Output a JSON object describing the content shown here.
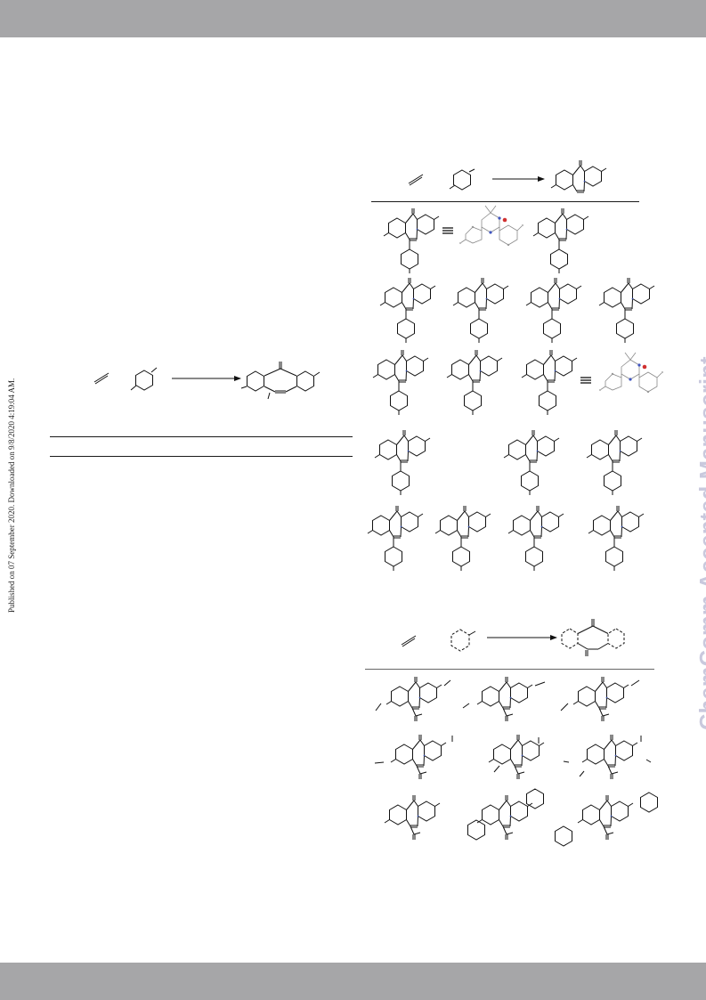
{
  "page": {
    "published_note": "Published on 07 September 2020. Downloaded on 9/8/2020 4:19:04 AM.",
    "watermark": "ChemComm Accepted Manuscript",
    "colors": {
      "band": "#a6a6a8",
      "watermark": "#c9c9dd",
      "ink": "#1a1a1a"
    }
  },
  "figures": [
    {
      "name": "left-scheme",
      "description_icons": [
        "alkyne-structure",
        "toluene-structure",
        "reaction-arrow",
        "product-structure"
      ]
    },
    {
      "name": "scope-table-1",
      "rows": 5
    },
    {
      "name": "scope-table-2",
      "rows": 3
    }
  ]
}
